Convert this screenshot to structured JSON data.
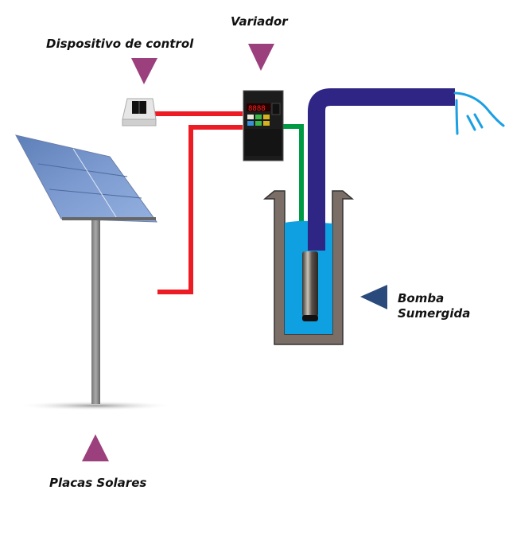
{
  "labels": {
    "control_device": "Dispositivo de control",
    "variator": "Variador",
    "pump_line1": "Bomba",
    "pump_line2": "Sumergida",
    "solar_panels": "Placas Solares"
  },
  "colors": {
    "pointer_marker": "#9b3f7d",
    "pump_marker": "#2b4a7c",
    "power_wire": "#ed1c24",
    "signal_wire": "#009a44",
    "water_pipe": "#2e2585",
    "water": "#0ea0e0",
    "well_wall": "#7a6e66",
    "water_outflow": "#1aa0e3"
  }
}
